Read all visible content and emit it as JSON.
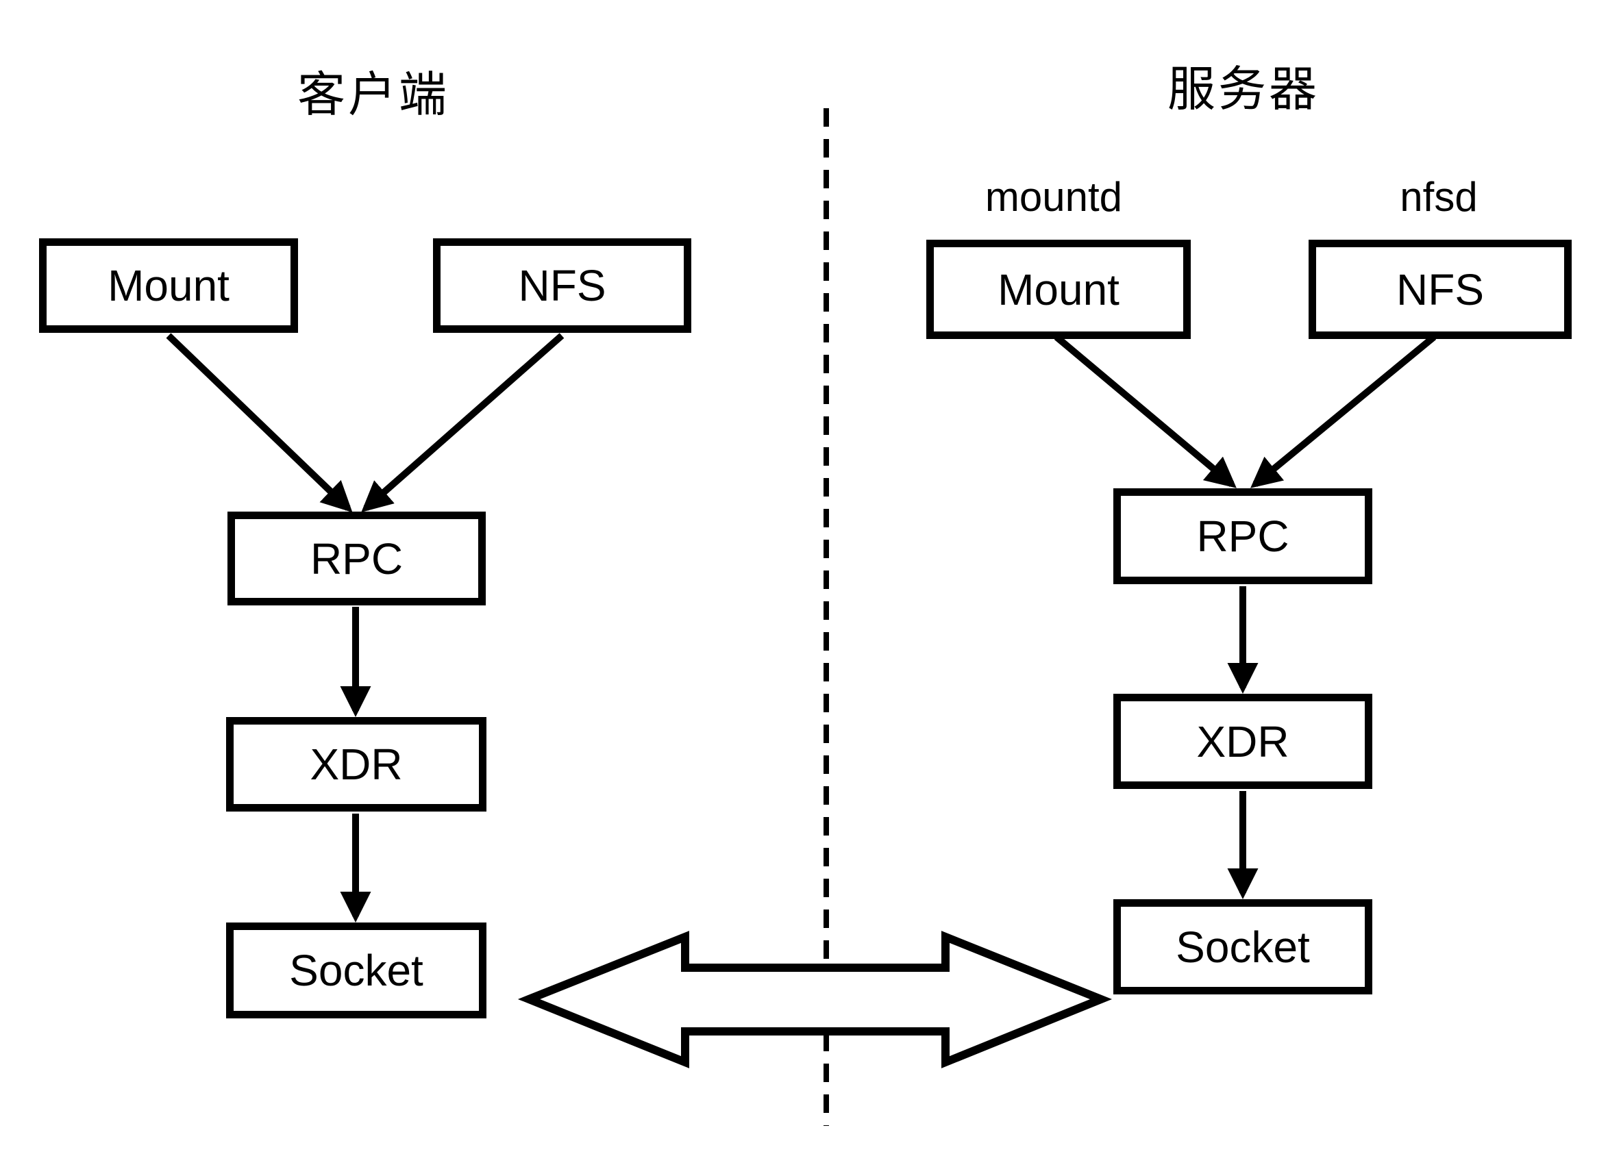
{
  "diagram": {
    "client": {
      "title": "客户端",
      "boxes": {
        "mount": "Mount",
        "nfs": "NFS",
        "rpc": "RPC",
        "xdr": "XDR",
        "socket": "Socket"
      }
    },
    "server": {
      "title": "服务器",
      "daemon_labels": {
        "mountd": "mountd",
        "nfsd": "nfsd"
      },
      "boxes": {
        "mount": "Mount",
        "nfs": "NFS",
        "rpc": "RPC",
        "xdr": "XDR",
        "socket": "Socket"
      }
    },
    "colors": {
      "line": "#000000",
      "background": "#ffffff"
    }
  }
}
